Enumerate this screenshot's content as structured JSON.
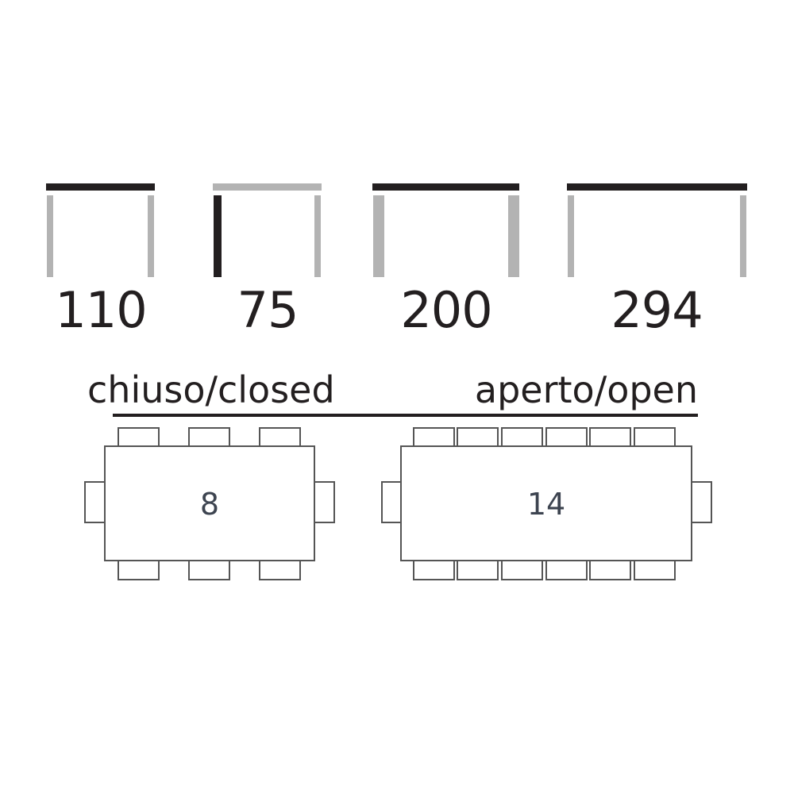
{
  "dimensions": [
    {
      "value": "110",
      "view": "table-width-closed"
    },
    {
      "value": "75",
      "view": "table-height"
    },
    {
      "value": "200",
      "view": "table-length-closed"
    },
    {
      "value": "294",
      "view": "table-length-open"
    }
  ],
  "states": {
    "closed_label": "chiuso/closed",
    "open_label": "aperto/open"
  },
  "seating": {
    "closed_count": "8",
    "open_count": "14"
  },
  "colors": {
    "dark": "#231f20",
    "light_gray": "#b3b3b3",
    "outline": "#555555",
    "number_gray": "#3d4450"
  }
}
